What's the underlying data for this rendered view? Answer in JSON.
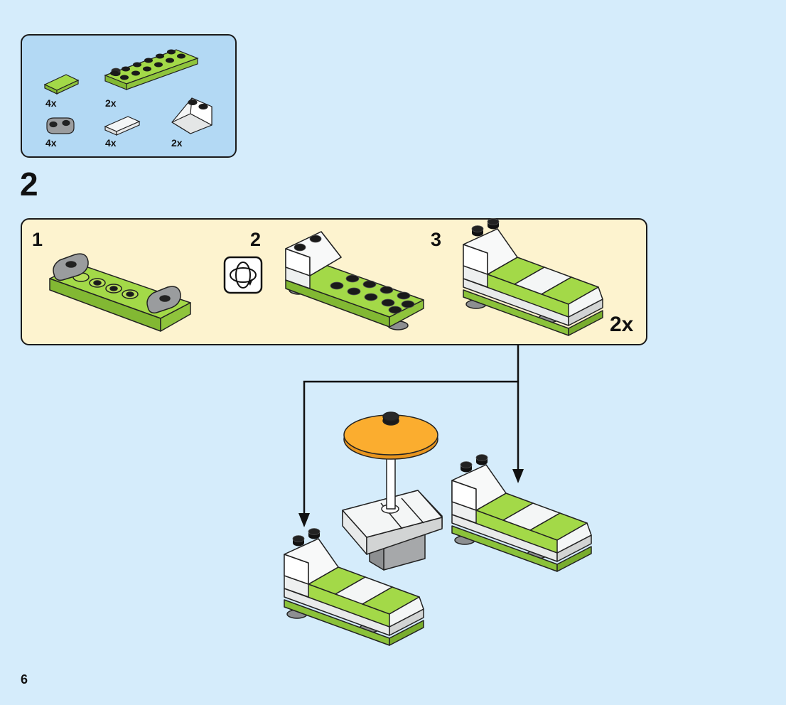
{
  "parts_list": {
    "items": [
      {
        "name": "lime-tile-1x2",
        "qty": "4x"
      },
      {
        "name": "lime-plate-2x6",
        "qty": "2x"
      },
      {
        "name": "gray-plate-1x2-rounded",
        "qty": "4x"
      },
      {
        "name": "white-tile-1x2",
        "qty": "4x"
      },
      {
        "name": "white-slope-2x2",
        "qty": "2x"
      }
    ]
  },
  "step": {
    "number": "2",
    "substeps": [
      {
        "number": "1"
      },
      {
        "number": "2"
      },
      {
        "number": "3"
      }
    ],
    "multiplier": "2x"
  },
  "page": {
    "number": "6"
  },
  "colors": {
    "background": "#d5ecfb",
    "parts_box": "#b3d9f4",
    "substeps_box": "#fdf3cf",
    "lime": "#9ed53a",
    "white_brick": "#f4f6f6",
    "gray_brick": "#a6a8aa",
    "umbrella": "#fbad2f"
  }
}
